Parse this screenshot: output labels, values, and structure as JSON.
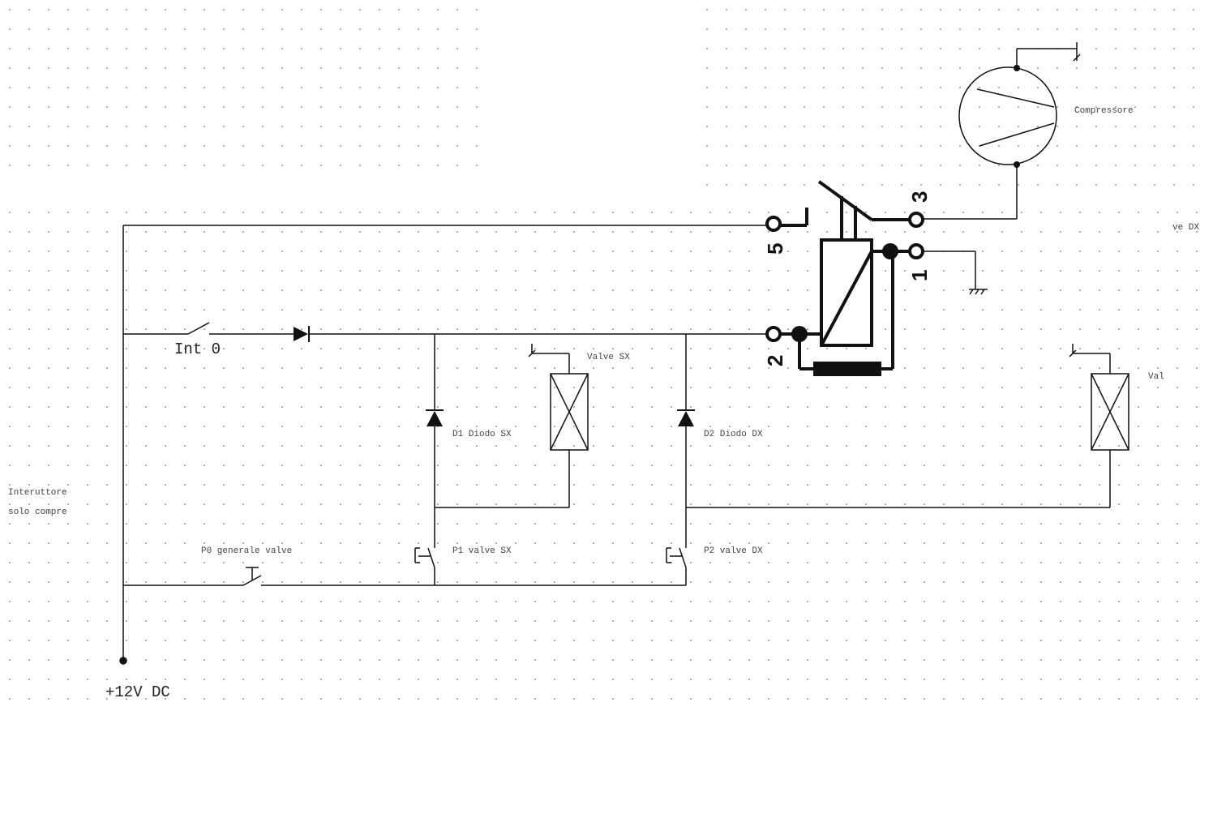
{
  "labels": {
    "supply": "+12V DC",
    "int0": "Int 0",
    "switch_note_1": "Interuttore",
    "switch_note_2": "solo compre",
    "p0": "P0 generale valve",
    "p1": "P1 valve SX",
    "p2": "P2 valve DX",
    "d1": "D1 Diodo SX",
    "d2": "D2 Diodo DX",
    "valve_sx": "Valve SX",
    "valve_dx_cut": "Val",
    "valve_dx_edge": "ve DX",
    "compressor": "Compressore"
  },
  "relay_pins": {
    "pin5": "5",
    "pin3": "3",
    "pin1": "1",
    "pin2": "2"
  }
}
